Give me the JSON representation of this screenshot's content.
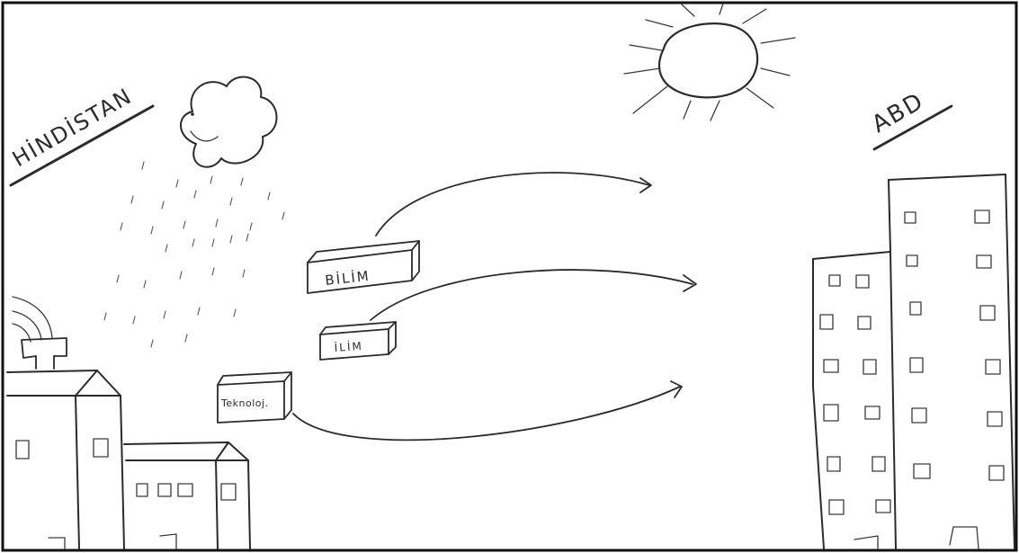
{
  "labels": {
    "left_country": "HİNDİSTAN",
    "right_country": "ABD",
    "box_science": "BİLİM",
    "box_knowledge": "İLİM",
    "box_technology": "Teknoloj."
  }
}
